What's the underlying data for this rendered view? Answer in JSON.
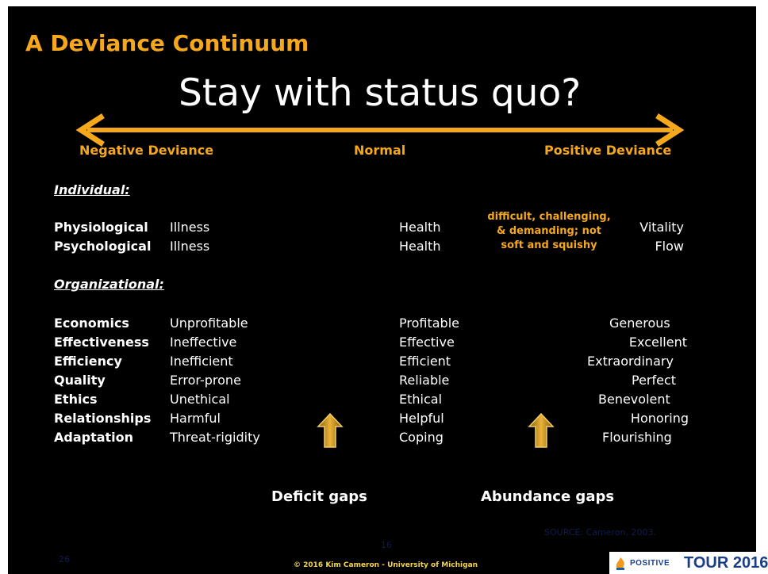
{
  "slide": {
    "title": "A Deviance Continuum",
    "subtitle": "Stay with status quo?",
    "scale": {
      "negative": "Negative Deviance",
      "normal": "Normal",
      "positive": "Positive Deviance"
    },
    "individual": {
      "heading": "Individual:",
      "labels": [
        "Physiological",
        "Psychological"
      ],
      "negative": [
        "Illness",
        "Illness"
      ],
      "normal": [
        "Health",
        "Health"
      ],
      "positive": [
        "Vitality",
        "Flow"
      ]
    },
    "note": "difficult, challenging, & demanding; not soft and squishy",
    "organizational": {
      "heading": "Organizational:",
      "labels": [
        "Economics",
        "Effectiveness",
        "Efficiency",
        "Quality",
        "Ethics",
        "Relationships",
        "Adaptation"
      ],
      "negative": [
        "Unprofitable",
        "Ineffective",
        "Inefficient",
        "Error-prone",
        "Unethical",
        "Harmful",
        "Threat-rigidity"
      ],
      "normal": [
        "Profitable",
        "Effective",
        "Efficient",
        "Reliable",
        "Ethical",
        "Helpful",
        "Coping"
      ],
      "positive": [
        "Generous",
        "Excellent",
        "Extraordinary",
        "Perfect",
        "Benevolent",
        "Honoring",
        "Flourishing"
      ]
    },
    "gaps": {
      "deficit": "Deficit gaps",
      "abundance": "Abundance gaps"
    },
    "source": "SOURCE:  Cameron, 2003.",
    "slide_number": "16",
    "page_number": "26",
    "copyright": "© 2016 Kim Cameron - University of Michigan",
    "logo": {
      "brand": "POSITIVE",
      "tour": "TOUR 2016"
    },
    "colors": {
      "accent": "#f5a81c",
      "background": "#000000"
    }
  }
}
